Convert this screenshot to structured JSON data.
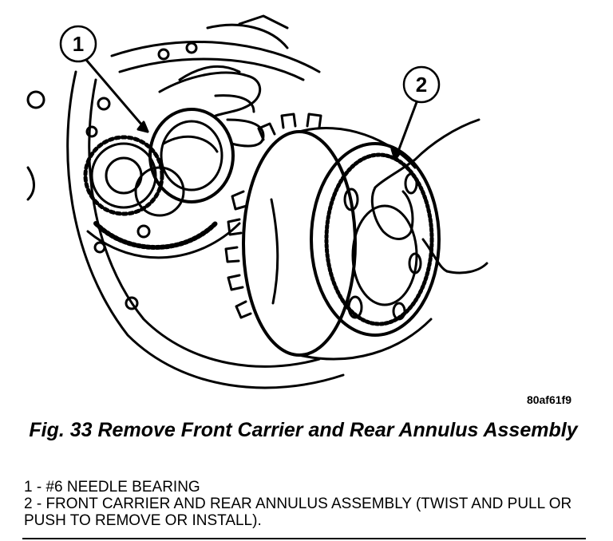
{
  "figure": {
    "callouts": [
      {
        "number": "1"
      },
      {
        "number": "2"
      }
    ],
    "id_code": "80af61f9",
    "caption": "Fig. 33 Remove Front Carrier and Rear Annulus Assembly"
  },
  "legend": [
    {
      "text": "1 - #6 NEEDLE BEARING"
    },
    {
      "text": "2 - FRONT CARRIER AND REAR ANNULUS ASSEMBLY (TWIST AND PULL OR PUSH TO REMOVE OR INSTALL)."
    }
  ],
  "colors": {
    "ink": "#000000",
    "paper": "#ffffff"
  }
}
